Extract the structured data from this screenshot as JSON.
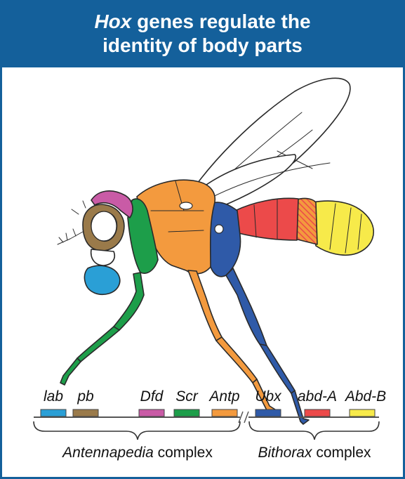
{
  "title": {
    "italic_part": "Hox",
    "line1_rest": " genes regulate the",
    "line2": "identity of body parts"
  },
  "genes": [
    {
      "name": "lab",
      "color": "#2a9fd6"
    },
    {
      "name": "pb",
      "color": "#9a7a4a"
    },
    {
      "name": "Dfd",
      "color": "#c95ba6"
    },
    {
      "name": "Scr",
      "color": "#1d9e4a"
    },
    {
      "name": "Antp",
      "color": "#f39a3e"
    },
    {
      "name": "Ubx",
      "color": "#2f5aa8"
    },
    {
      "name": "abd-A",
      "color": "#ec4a4a"
    },
    {
      "name": "Abd-B",
      "color": "#f7ea4a"
    }
  ],
  "complexes": {
    "antennapedia": {
      "italic": "Antennapedia",
      "rest": " complex"
    },
    "bithorax": {
      "italic": "Bithorax",
      "rest": " complex"
    }
  },
  "colors": {
    "header": "#14609b",
    "outline": "#2a2a2a"
  }
}
